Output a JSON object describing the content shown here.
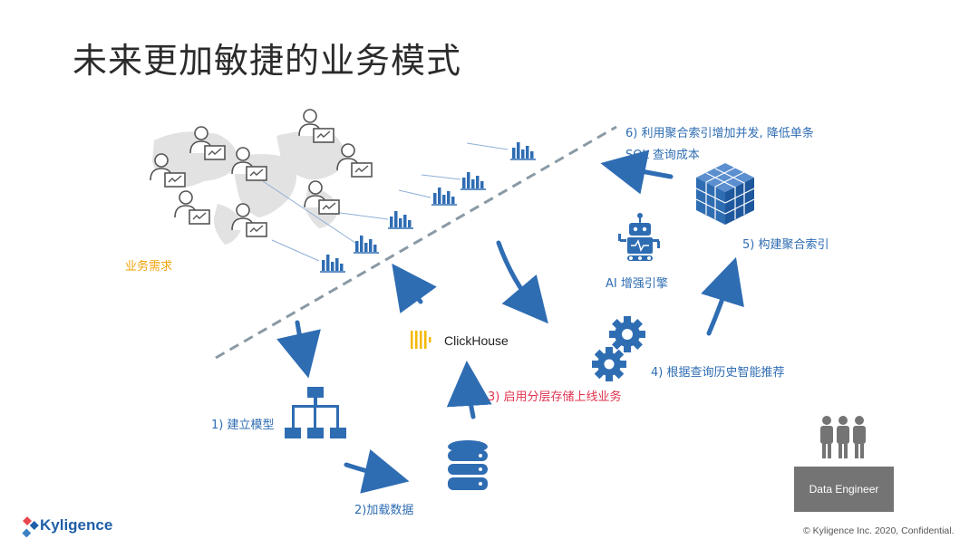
{
  "slide": {
    "title": "未来更加敏捷的业务模式",
    "business_label": "业务需求",
    "steps": {
      "s1": "1) 建立模型",
      "s2": "2)加载数据",
      "s3": "3) 启用分层存储上线业务",
      "s4": "4) 根据查询历史智能推荐",
      "s5": "5) 构建聚合索引",
      "s6_line1": "6) 利用聚合索引增加并发, 降低单条",
      "s6_line2": "SQL 查询成本"
    },
    "ai_engine": "AI 增强引擎",
    "clickhouse": "ClickHouse",
    "data_engineer": "Data Engineer",
    "logo": "Kyligence",
    "copyright": "© Kyligence Inc. 2020, Confidential."
  },
  "colors": {
    "accent_blue": "#2f6db3",
    "orange": "#f0a30a",
    "red": "#e0334f",
    "gray_box": "#747474"
  }
}
